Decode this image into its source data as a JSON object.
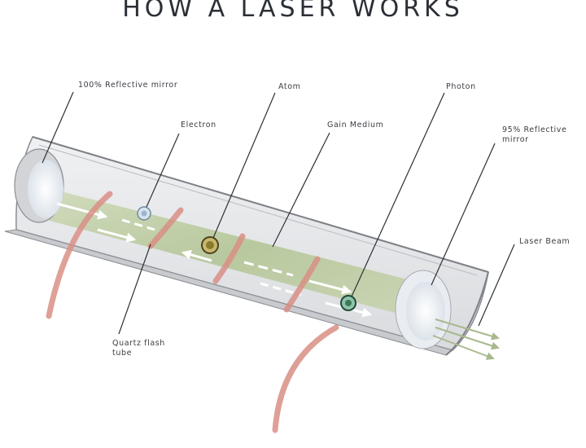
{
  "title": "HOW A LASER WORKS",
  "labels": {
    "rear_mirror": "100% Reflective mirror",
    "electron": "Electron",
    "atom": "Atom",
    "gain_medium": "Gain Medium",
    "photon": "Photon",
    "front_mirror_line1": "95% Reflective",
    "front_mirror_line2": "mirror",
    "laser_beam": "Laser Beam",
    "flash_tube_line1": "Quartz flash",
    "flash_tube_line2": "tube"
  },
  "colors": {
    "tube_outline": "#8a8d92",
    "tube_fill": "#e6e7ea",
    "gain_medium": "#b7c79a",
    "flash_tube": "#d98f86",
    "leader_line": "#2d3035",
    "electron": "#9fb6c9",
    "atom": "#8a7a2e",
    "photon": "#3d7a5c"
  }
}
